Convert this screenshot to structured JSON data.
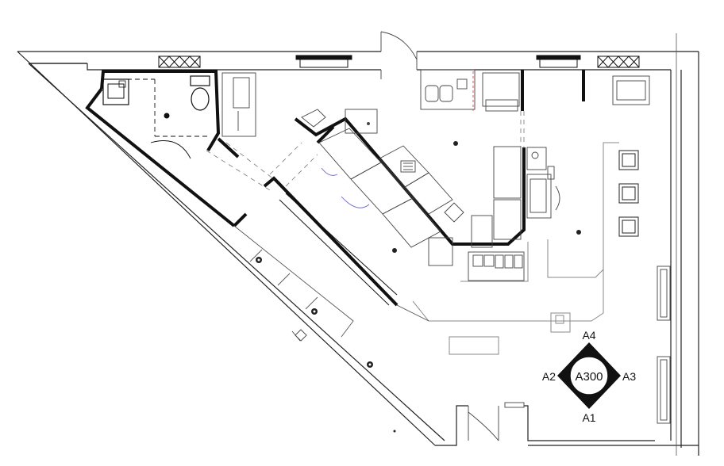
{
  "elevation_marker": {
    "center": "A300",
    "top": "A4",
    "left": "A2",
    "right": "A3",
    "bottom": "A1"
  },
  "colors": {
    "line": "#111111",
    "light_line": "#8a8a8a",
    "accent_blue": "#6a6ad0",
    "accent_red": "#d04a4a"
  }
}
